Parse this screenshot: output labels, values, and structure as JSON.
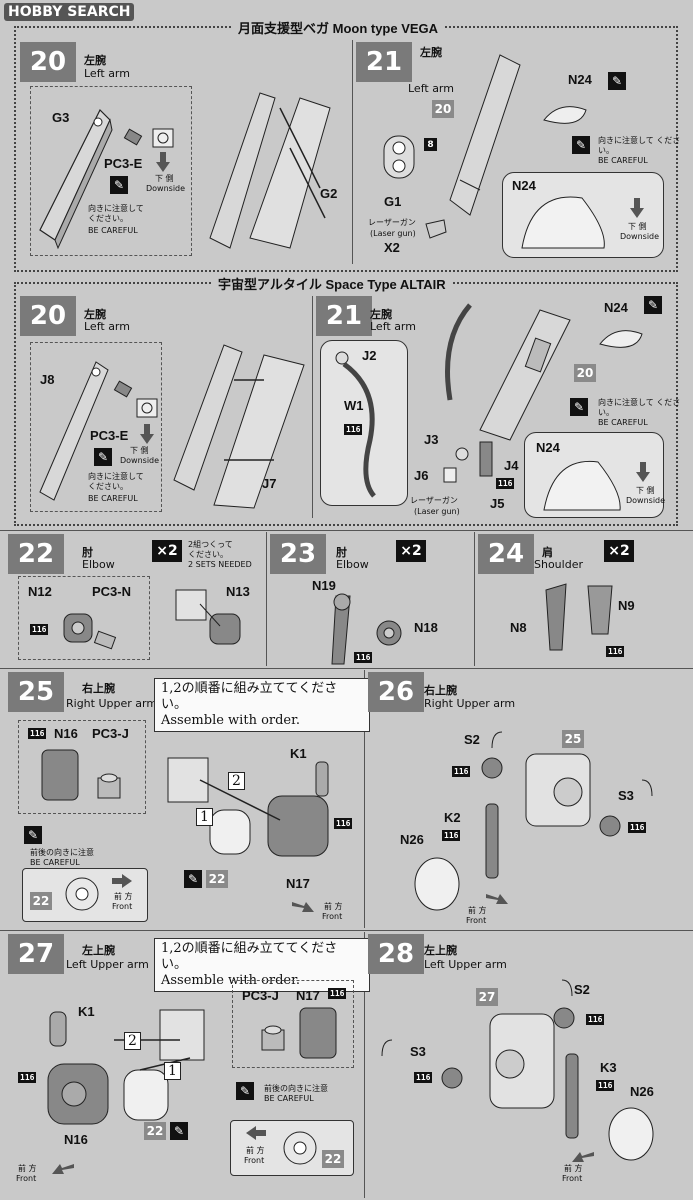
{
  "header": {
    "logo": "HOBBY SEARCH"
  },
  "vega": {
    "title": "月面支援型ベガ Moon type VEGA"
  },
  "altair": {
    "title": "宇宙型アルタイル Space Type ALTAIR"
  },
  "common": {
    "left_arm_jp": "左腕",
    "left_arm_en": "Left arm",
    "careful_jp": "向きに注意して\nください。",
    "careful_en": "BE CAREFUL",
    "downside_jp": "下 側",
    "downside_en": "Downside",
    "laser_jp": "レーザーガン",
    "laser_en": "(Laser gun)",
    "front_jp": "前 方",
    "front_en": "Front",
    "order_jp": "1,2の順番に組み立ててください。",
    "order_en": "Assemble with order.",
    "fb_careful_jp": "前後の向きに注意",
    "fb_careful_en": "BE CAREFUL",
    "x2": "×2",
    "b116": "116"
  },
  "steps": {
    "s20a": {
      "num": "20"
    },
    "s21a": {
      "num": "21"
    },
    "s20b": {
      "num": "20"
    },
    "s21b": {
      "num": "21"
    },
    "s22": {
      "num": "22",
      "jp": "肘",
      "en": "Elbow",
      "note_jp": "2組つくって\nください。",
      "note_en": "2 SETS NEEDED"
    },
    "s23": {
      "num": "23",
      "jp": "肘",
      "en": "Elbow"
    },
    "s24": {
      "num": "24",
      "jp": "肩",
      "en": "Shoulder"
    },
    "s25": {
      "num": "25",
      "jp": "右上腕",
      "en": "Right Upper arm"
    },
    "s26": {
      "num": "26",
      "jp": "右上腕",
      "en": "Right Upper arm"
    },
    "s27": {
      "num": "27",
      "jp": "左上腕",
      "en": "Left Upper arm"
    },
    "s28": {
      "num": "28",
      "jp": "左上腕",
      "en": "Left Upper arm"
    }
  },
  "parts": {
    "G3": "G3",
    "PC3E": "PC3-E",
    "G2": "G2",
    "G1": "G1",
    "X2": "X2",
    "N24": "N24",
    "n8": "8",
    "r20": "20",
    "J8": "J8",
    "J7": "J7",
    "J2": "J2",
    "W1": "W1",
    "J3": "J3",
    "J4": "J4",
    "J5": "J5",
    "J6": "J6",
    "N12": "N12",
    "PC3N": "PC3-N",
    "N13": "N13",
    "N19": "N19",
    "N18": "N18",
    "N8": "N8",
    "N9": "N9",
    "N16": "N16",
    "PC3J": "PC3-J",
    "K1": "K1",
    "N17": "N17",
    "r22": "22",
    "o1": "1",
    "o2": "2",
    "S2": "S2",
    "S3": "S3",
    "K2": "K2",
    "N26": "N26",
    "r25": "25",
    "r27": "27",
    "K3": "K3"
  }
}
